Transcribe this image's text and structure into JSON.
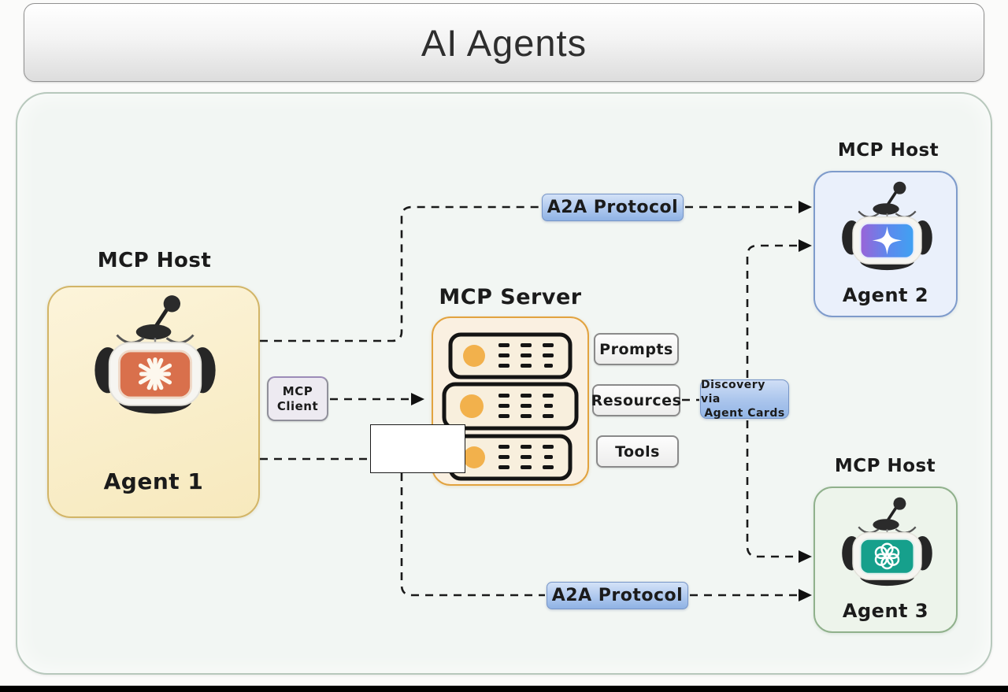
{
  "title": "AI Agents",
  "diagram": {
    "agent1": {
      "host_label": "MCP Host",
      "name": "Agent 1"
    },
    "agent2": {
      "host_label": "MCP Host",
      "name": "Agent 2"
    },
    "agent3": {
      "host_label": "MCP Host",
      "name": "Agent 3"
    },
    "server": {
      "label": "MCP Server"
    },
    "client": {
      "line1": "MCP",
      "line2": "Client"
    },
    "capabilities": [
      "Prompts",
      "Resources",
      "Tools"
    ],
    "a2a_top_label": "A2A Protocol",
    "a2a_bottom_label": "A2A Protocol",
    "discovery": {
      "line1": "Discovery via",
      "line2": "Agent Cards"
    }
  },
  "colors": {
    "agent1_screen": "#d9704c",
    "agent2_screen_left": "#9a63d8",
    "agent2_screen_right": "#3fa2f2",
    "agent3_screen": "#16a08c",
    "agent1_box": "#f9eec9",
    "agent2_box": "#eaf0fb",
    "agent3_box": "#edf4eb",
    "server_box_fill": "#faf0e1",
    "server_border": "#e2a33f",
    "server_led": "#f2b14c",
    "a2a_box_fill": "#9dbbe8",
    "container_border": "#b7c8bc"
  }
}
